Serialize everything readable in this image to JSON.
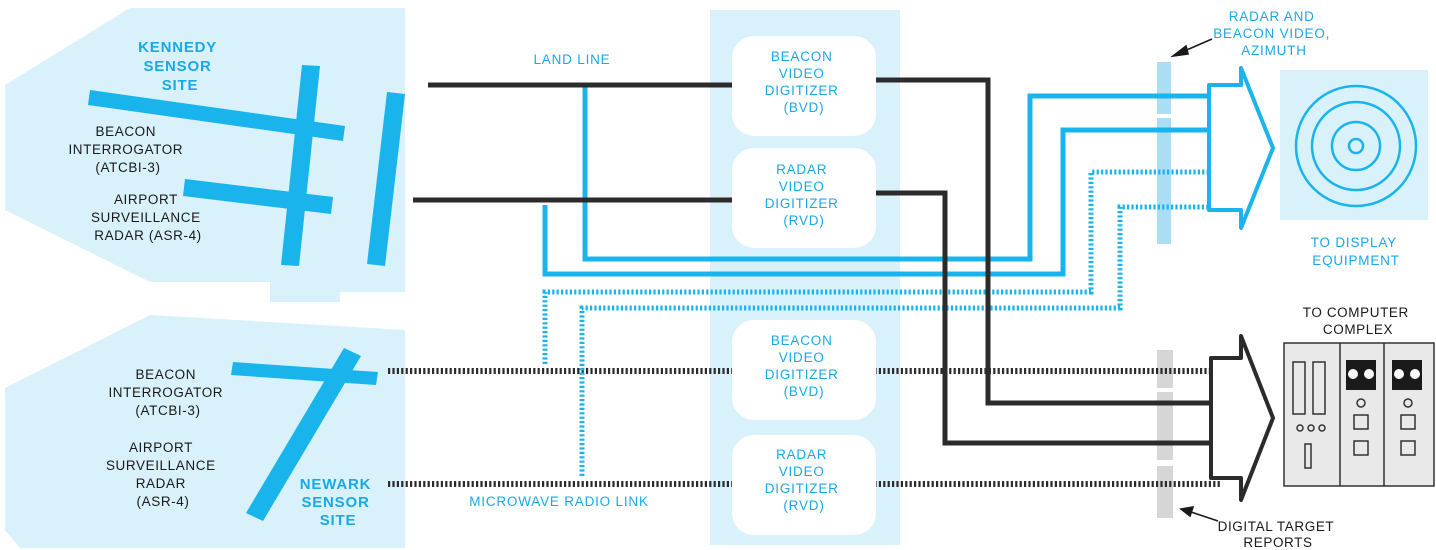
{
  "colors": {
    "panel": "#d8f1fb",
    "blue": "#19b4ec",
    "dark": "#2b2b2b",
    "gray": "#d6d6d6"
  },
  "kennedy": {
    "title": [
      "KENNEDY",
      "SENSOR",
      "SITE"
    ],
    "beacon": [
      "BEACON",
      "INTERROGATOR",
      "(ATCBI-3)"
    ],
    "radar": [
      "AIRPORT",
      "SURVEILLANCE",
      "RADAR (ASR-4)"
    ]
  },
  "newark": {
    "title": [
      "NEWARK",
      "SENSOR",
      "SITE"
    ],
    "beacon": [
      "BEACON",
      "INTERROGATOR",
      "(ATCBI-3)"
    ],
    "radar": [
      "AIRPORT",
      "SURVEILLANCE",
      "RADAR",
      "(ASR-4)"
    ]
  },
  "links": {
    "land_line": "LAND LINE",
    "microwave": "MICROWAVE RADIO LINK"
  },
  "digitizers": [
    {
      "lines": [
        "BEACON",
        "VIDEO",
        "DIGITIZER",
        "(BVD)"
      ]
    },
    {
      "lines": [
        "RADAR",
        "VIDEO",
        "DIGITIZER",
        "(RVD)"
      ]
    },
    {
      "lines": [
        "BEACON",
        "VIDEO",
        "DIGITIZER",
        "(BVD)"
      ]
    },
    {
      "lines": [
        "RADAR",
        "VIDEO",
        "DIGITIZER",
        "(RVD)"
      ]
    }
  ],
  "outputs": {
    "radar_beacon": [
      "RADAR AND",
      "BEACON VIDEO,",
      "AZIMUTH"
    ],
    "display": [
      "TO DISPLAY",
      "EQUIPMENT"
    ],
    "computer": [
      "TO COMPUTER",
      "COMPLEX"
    ],
    "digital": [
      "DIGITAL TARGET",
      "REPORTS"
    ]
  }
}
